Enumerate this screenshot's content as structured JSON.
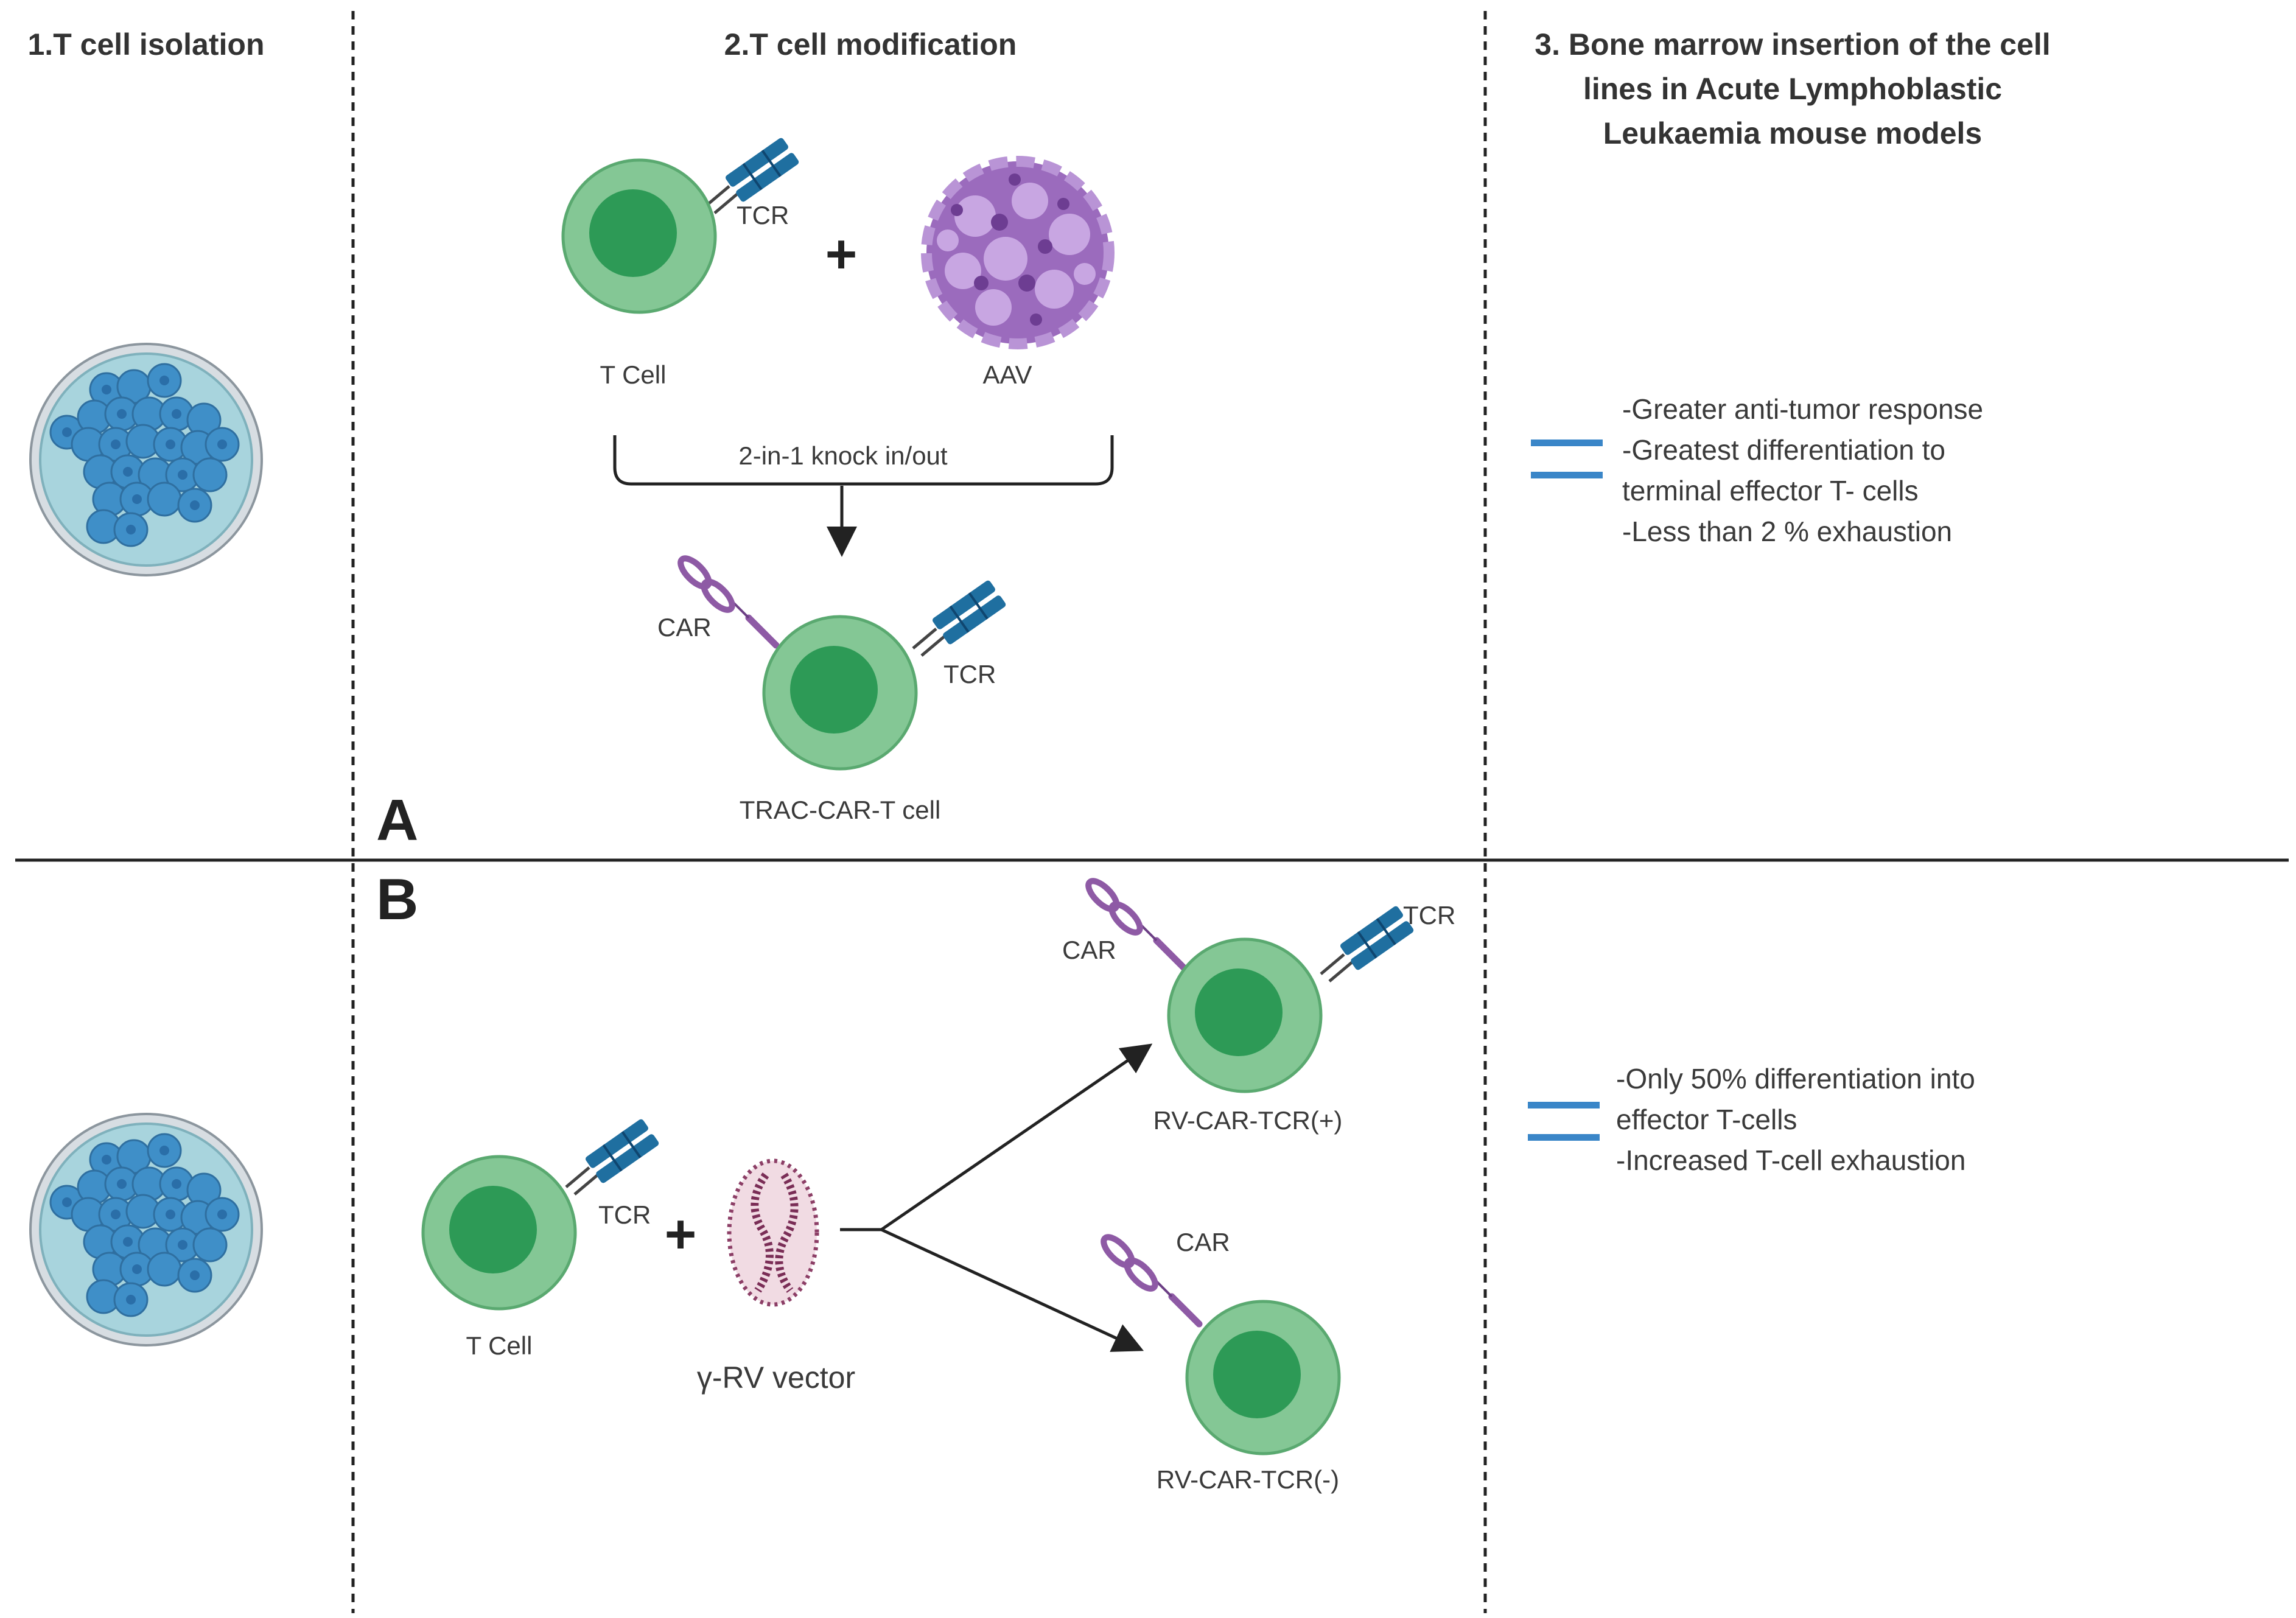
{
  "headers": {
    "step1": "1.T cell isolation",
    "step2": "2.T cell modification",
    "step3_line1": "3. Bone marrow insertion of the  cell",
    "step3_line2": "lines in Acute Lymphoblastic",
    "step3_line3": "Leukaemia mouse models"
  },
  "panel_a": {
    "letter": "A",
    "tcell_label": "T Cell",
    "tcr_label": "TCR",
    "plus": "+",
    "aav_label": "AAV",
    "process_label": "2-in-1 knock in/out",
    "car_label": "CAR",
    "result_tcr_label": "TCR",
    "result_label": "TRAC-CAR-T cell",
    "outcome": [
      "-Greater anti-tumor response",
      "-Greatest differentiation to",
      "terminal effector T- cells",
      "-Less than 2 % exhaustion"
    ]
  },
  "panel_b": {
    "letter": "B",
    "tcell_label": "T Cell",
    "tcr_label": "TCR",
    "plus": "+",
    "vector_label": "γ-RV vector",
    "pos_car_label": "CAR",
    "pos_tcr_label": "TCR",
    "pos_label": "RV-CAR-TCR(+)",
    "neg_car_label": "CAR",
    "neg_label": "RV-CAR-TCR(-)",
    "outcome": [
      "-Only 50% differentiation into",
      "effector T-cells",
      "-Increased T-cell exhaustion"
    ]
  },
  "colors": {
    "cell_fill": "#84c795",
    "cell_stroke": "#5aa970",
    "nucleus": "#2d9a56",
    "tcr": "#1f6fa0",
    "car": "#8e5aa5",
    "aav": "#9b6bbd",
    "petri_cells": "#3f8fc8",
    "equals": "#3a86c8"
  }
}
